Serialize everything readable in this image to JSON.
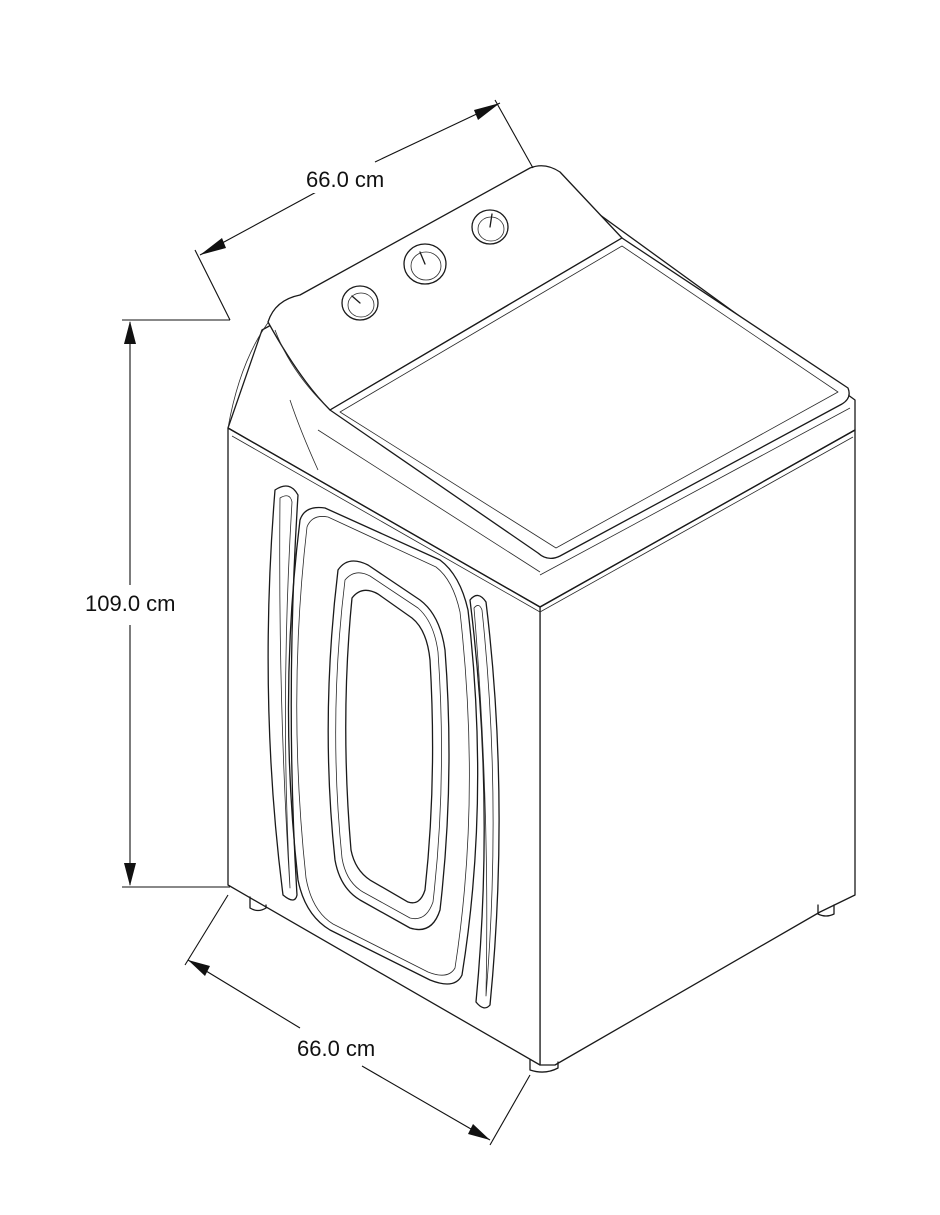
{
  "dimensions": {
    "width": "66.0 cm",
    "height": "109.0 cm",
    "depth": "66.0 cm"
  },
  "colors": {
    "line": "#1a1a1a",
    "background": "#ffffff"
  }
}
